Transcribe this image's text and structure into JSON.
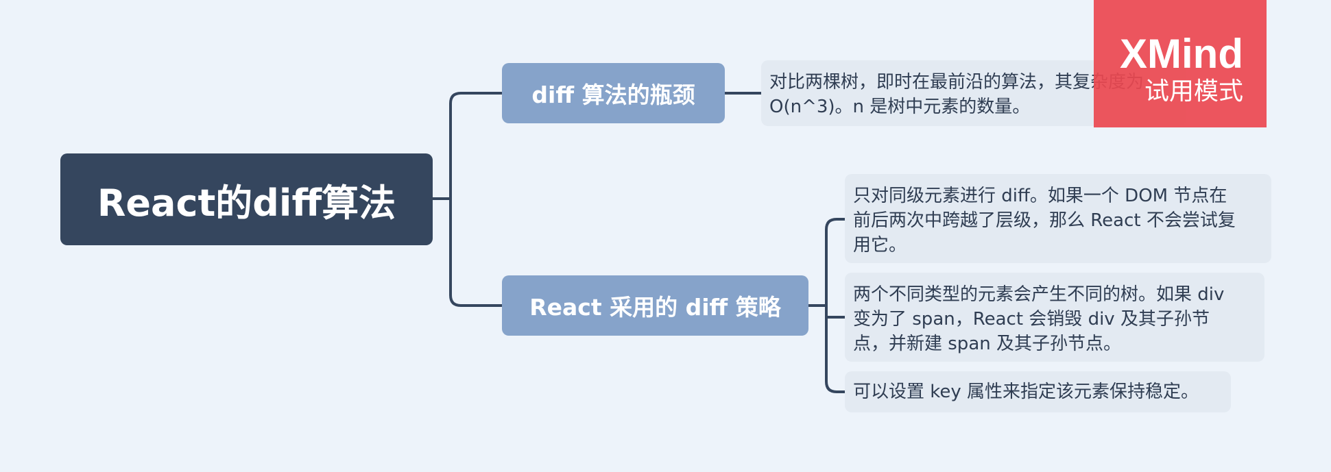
{
  "root": {
    "title": "React的diff算法"
  },
  "branches": [
    {
      "label": "diff 算法的瓶颈",
      "notes": [
        {
          "lines": [
            "对比两棵树，即时在最前沿的算法，其复杂度为",
            "O(n^3)。n 是树中元素的数量。"
          ]
        }
      ]
    },
    {
      "label": "React 采用的 diff 策略",
      "notes": [
        {
          "lines": [
            "只对同级元素进行 diff。如果一个 DOM 节点在",
            "前后两次中跨越了层级，那么 React 不会尝试复",
            "用它。"
          ]
        },
        {
          "lines": [
            "两个不同类型的元素会产生不同的树。如果 div",
            "变为了 span，React 会销毁 div 及其子孙节",
            "点，并新建 span 及其子孙节点。"
          ]
        },
        {
          "lines": [
            "可以设置 key 属性来指定该元素保持稳定。"
          ]
        }
      ]
    }
  ],
  "watermark": {
    "brand": "XMind",
    "mode": "试用模式"
  },
  "colors": {
    "background": "#edf3fa",
    "root": "#35465e",
    "branch": "#86a3ca",
    "leaf": "#e3eaf2",
    "line": "#35465e",
    "watermark": "#ec4850"
  }
}
